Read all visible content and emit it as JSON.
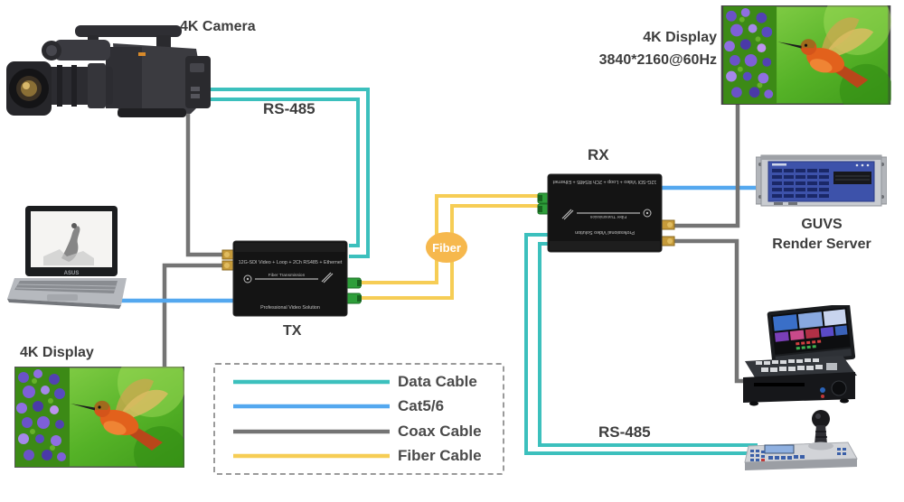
{
  "colors": {
    "data_cable": "#3cc0bd",
    "cat56": "#54a8ef",
    "coax": "#747474",
    "fiber": "#f6cd55",
    "fiber_badge": "#f6b84d",
    "label_text": "#3d3d3d"
  },
  "labels": {
    "camera": "4K Camera",
    "rs485_top": "RS-485",
    "rs485_bottom": "RS-485",
    "tx": "TX",
    "rx": "RX"
  },
  "fiber_badge": {
    "label": "Fiber"
  },
  "displays": {
    "left_title": "4K Display",
    "right_title": "4K Display",
    "right_resolution": "3840*2160@60Hz"
  },
  "server": {
    "name_line1": "GUVS",
    "name_line2": "Render Server"
  },
  "laptop": {
    "brand": "ASUS"
  },
  "converter_text": {
    "line1": "12G-SDI Video + Loop + 2Ch RS485 + Ethernet",
    "line2": "Fiber Transmission",
    "line3": "Professional Video Solution"
  },
  "legend": {
    "items": [
      {
        "label": "Data Cable",
        "color": "#3cc0bd"
      },
      {
        "label": "Cat5/6",
        "color": "#54a8ef"
      },
      {
        "label": "Coax Cable",
        "color": "#747474"
      },
      {
        "label": "Fiber Cable",
        "color": "#f6cd55"
      }
    ]
  }
}
